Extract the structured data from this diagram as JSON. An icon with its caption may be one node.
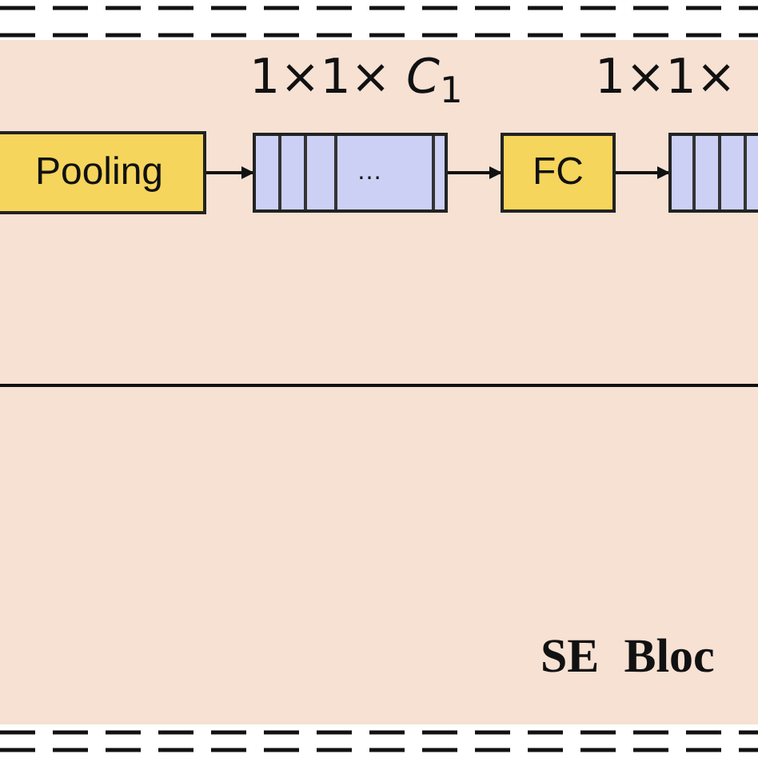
{
  "diagram": {
    "nodes": [
      {
        "text": [
          "Pooling"
        ]
      },
      {
        "text": [
          "…"
        ],
        "beside": [
          "1×1× *C*$_{1}$"
        ]
      },
      {
        "text": [
          "FC"
        ]
      },
      {
        "text": [],
        "shape": "box",
        "beside": [
          "1×1×"
        ]
      }
    ],
    "edges": [
      {
        "from": 0,
        "to": 1,
        "arrow": "to"
      },
      {
        "from": 1,
        "to": 2,
        "arrow": "to"
      },
      {
        "from": 2,
        "to": 3,
        "arrow": "to"
      }
    ],
    "labels": [
      "SE Bloc"
    ]
  }
}
